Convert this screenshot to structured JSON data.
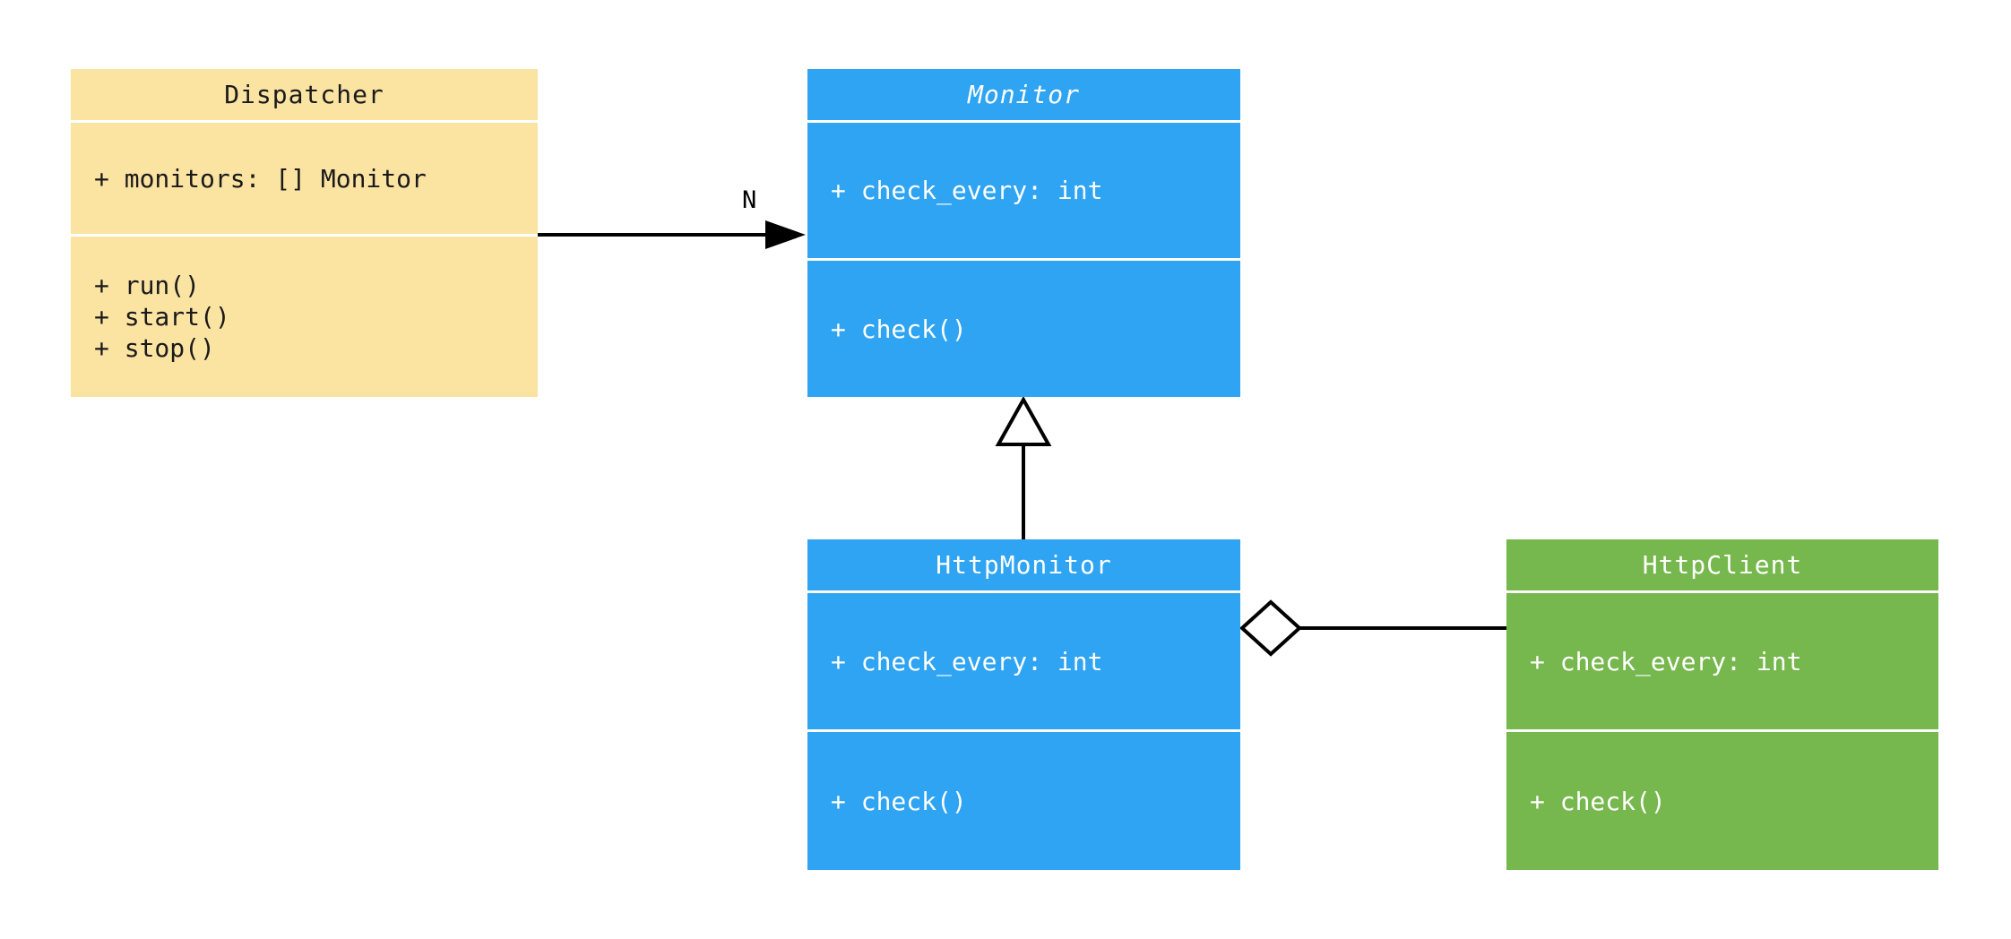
{
  "diagram": {
    "background": "#ffffff",
    "line_color": "#000000",
    "classes": {
      "dispatcher": {
        "name": "Dispatcher",
        "fill": "#FBE3A2",
        "text": "#1a1a1a",
        "attributes": [
          "+ monitors: [] Monitor"
        ],
        "methods": [
          "+ run()",
          "+ start()",
          "+ stop()"
        ]
      },
      "monitor": {
        "name": "Monitor",
        "abstract": true,
        "fill": "#2FA4F2",
        "text": "#ffffff",
        "attributes": [
          "+ check_every: int"
        ],
        "methods": [
          "+ check()"
        ]
      },
      "http_monitor": {
        "name": "HttpMonitor",
        "fill": "#2FA4F2",
        "text": "#ffffff",
        "attributes": [
          "+ check_every: int"
        ],
        "methods": [
          "+ check()"
        ]
      },
      "http_client": {
        "name": "HttpClient",
        "fill": "#76B84D",
        "text": "#ffffff",
        "attributes": [
          "+ check_every: int"
        ],
        "methods": [
          "+ check()"
        ]
      }
    },
    "relations": {
      "dispatcher_to_monitor": {
        "type": "association",
        "label": "N"
      },
      "httpmonitor_to_monitor": {
        "type": "inheritance"
      },
      "httpmonitor_to_httpclient": {
        "type": "aggregation"
      }
    }
  }
}
